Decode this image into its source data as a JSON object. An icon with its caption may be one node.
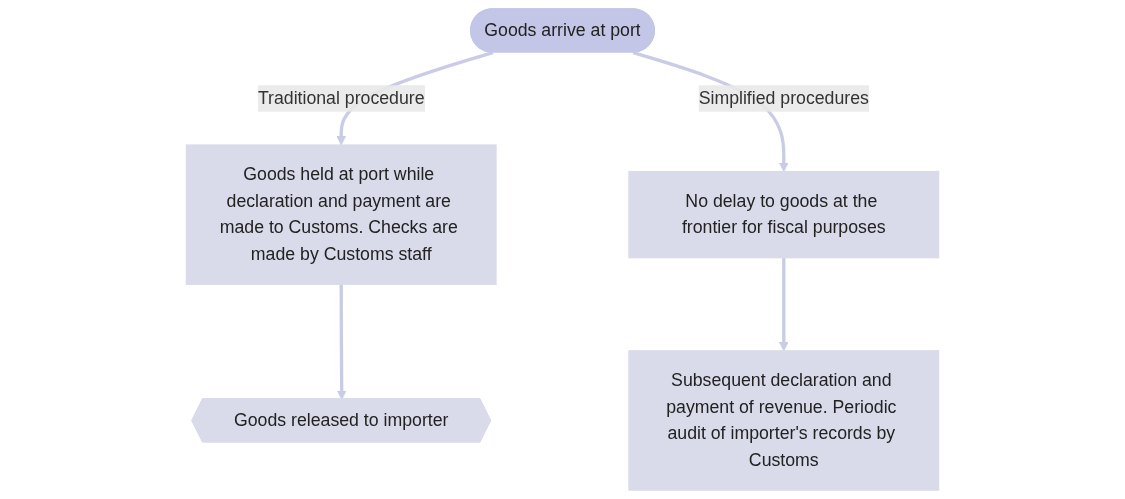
{
  "diagram": {
    "nodes": [
      {
        "text": [
          "Goods arrive at port"
        ]
      },
      {
        "text": [
          "Goods held at port while declaration and payment are made to Customs. Checks are made by Customs staff"
        ]
      },
      {
        "text": [
          "Goods released to importer"
        ]
      },
      {
        "text": [
          "No delay to goods at the frontier for fiscal purposes"
        ]
      },
      {
        "text": [
          "Subsequent declaration and payment of revenue. Periodic audit of importer's records by Customs"
        ]
      }
    ],
    "edges": [
      {
        "from": 0,
        "to": 1,
        "arrow": "to",
        "label": "Traditional procedure"
      },
      {
        "from": 1,
        "to": 2,
        "arrow": "to"
      },
      {
        "from": 0,
        "to": 3,
        "arrow": "to",
        "label": "Simplified procedures"
      },
      {
        "from": 3,
        "to": 4,
        "arrow": "to"
      }
    ]
  }
}
